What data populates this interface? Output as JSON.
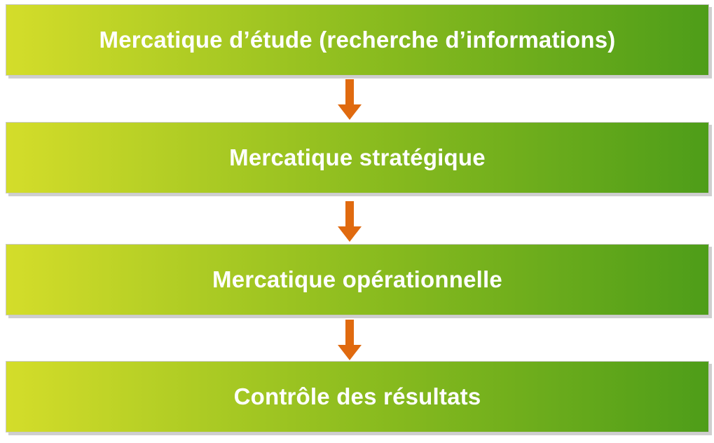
{
  "colors": {
    "gradient_start": "#d4dd2a",
    "gradient_mid": "#8dbd1f",
    "gradient_end": "#4e9d19",
    "arrow": "#e06a0f",
    "text": "#ffffff"
  },
  "steps": [
    {
      "label": "Mercatique d’étude (recherche d’informations)"
    },
    {
      "label": "Mercatique stratégique"
    },
    {
      "label": "Mercatique opérationnelle"
    },
    {
      "label": "Contrôle des résultats"
    }
  ],
  "connectors": [
    {
      "icon": "arrow-down-icon"
    },
    {
      "icon": "arrow-down-icon"
    },
    {
      "icon": "arrow-down-icon"
    }
  ]
}
